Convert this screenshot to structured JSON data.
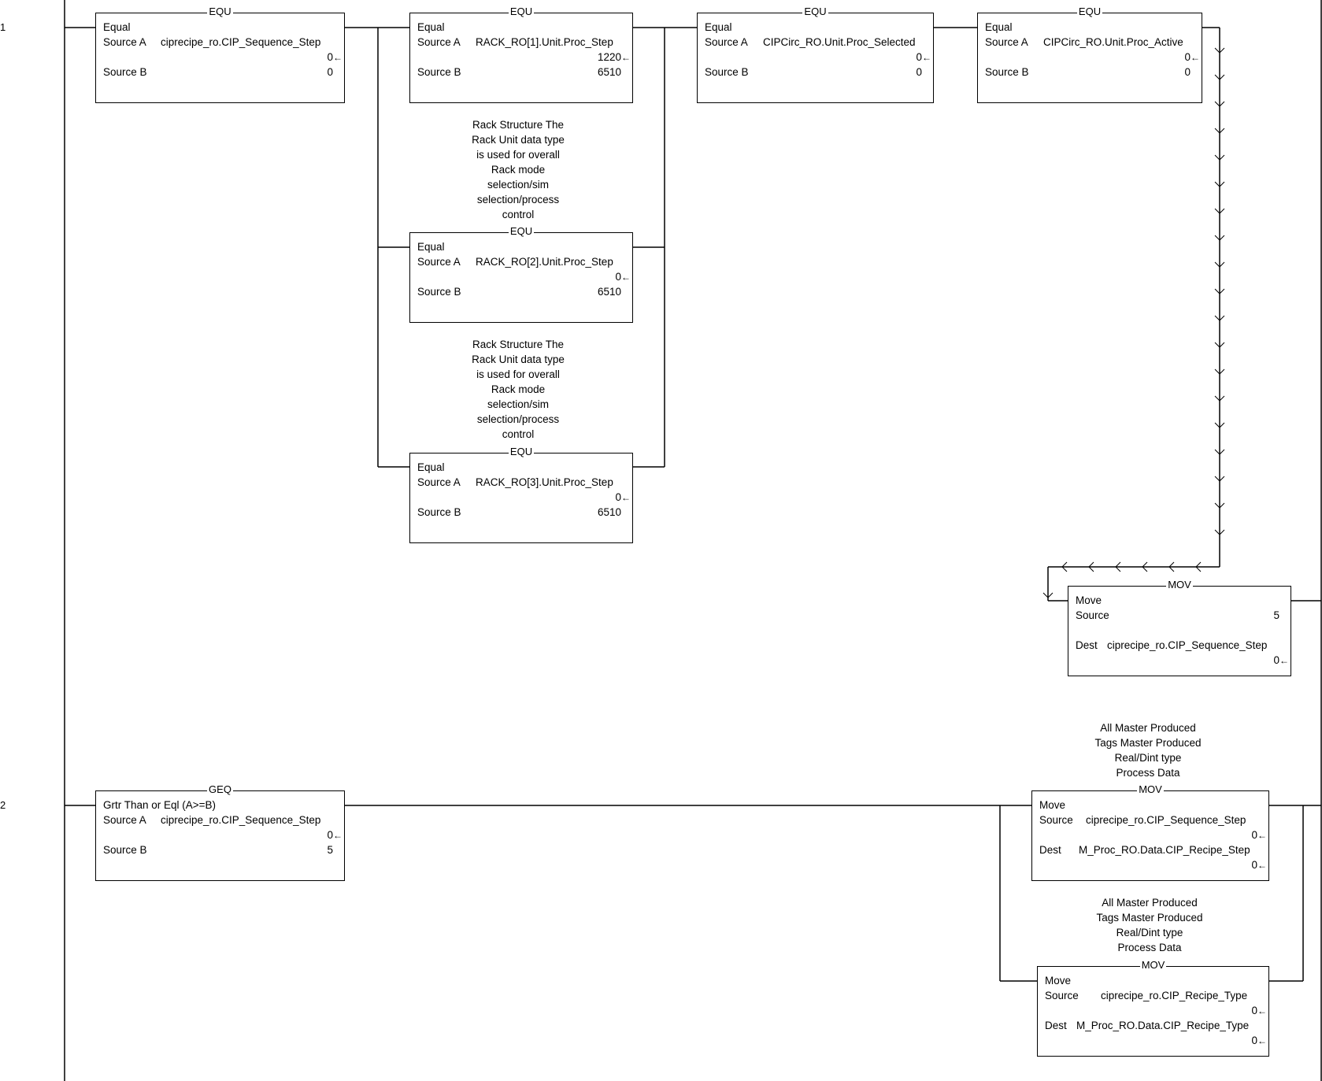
{
  "rungs": [
    {
      "number": "1"
    },
    {
      "number": "2"
    }
  ],
  "live_marker": "←",
  "instructions": {
    "equ1": {
      "mnemonic": "EQU",
      "title": "Equal",
      "label_a": "Source A",
      "tag_a": "ciprecipe_ro.CIP_Sequence_Step",
      "value_a": "0",
      "label_b": "Source B",
      "value_b": "0"
    },
    "equ2": {
      "mnemonic": "EQU",
      "title": "Equal",
      "label_a": "Source A",
      "tag_a": "RACK_RO[1].Unit.Proc_Step",
      "value_a": "1220",
      "label_b": "Source B",
      "value_b": "6510"
    },
    "equ3": {
      "mnemonic": "EQU",
      "title": "Equal",
      "label_a": "Source A",
      "tag_a": "CIPCirc_RO.Unit.Proc_Selected",
      "value_a": "0",
      "label_b": "Source B",
      "value_b": "0"
    },
    "equ4": {
      "mnemonic": "EQU",
      "title": "Equal",
      "label_a": "Source A",
      "tag_a": "CIPCirc_RO.Unit.Proc_Active",
      "value_a": "0",
      "label_b": "Source B",
      "value_b": "0"
    },
    "equ5": {
      "mnemonic": "EQU",
      "title": "Equal",
      "label_a": "Source A",
      "tag_a": "RACK_RO[2].Unit.Proc_Step",
      "value_a": "0",
      "label_b": "Source B",
      "value_b": "6510"
    },
    "equ6": {
      "mnemonic": "EQU",
      "title": "Equal",
      "label_a": "Source A",
      "tag_a": "RACK_RO[3].Unit.Proc_Step",
      "value_a": "0",
      "label_b": "Source B",
      "value_b": "6510"
    },
    "mov1": {
      "mnemonic": "MOV",
      "title": "Move",
      "label_src": "Source",
      "value_src": "5",
      "label_dest": "Dest",
      "tag_dest": "ciprecipe_ro.CIP_Sequence_Step",
      "value_dest": "0"
    },
    "geq1": {
      "mnemonic": "GEQ",
      "title": "Grtr Than or Eql (A>=B)",
      "label_a": "Source A",
      "tag_a": "ciprecipe_ro.CIP_Sequence_Step",
      "value_a": "0",
      "label_b": "Source B",
      "value_b": "5"
    },
    "mov2": {
      "mnemonic": "MOV",
      "title": "Move",
      "label_src": "Source",
      "tag_src": "ciprecipe_ro.CIP_Sequence_Step",
      "value_src": "0",
      "label_dest": "Dest",
      "tag_dest": "M_Proc_RO.Data.CIP_Recipe_Step",
      "value_dest": "0"
    },
    "mov3": {
      "mnemonic": "MOV",
      "title": "Move",
      "label_src": "Source",
      "tag_src": "ciprecipe_ro.CIP_Recipe_Type",
      "value_src": "0",
      "label_dest": "Dest",
      "tag_dest": "M_Proc_RO.Data.CIP_Recipe_Type",
      "value_dest": "0"
    }
  },
  "comments": {
    "rack": [
      "Rack Structure The",
      "Rack Unit data type",
      "is used for overall",
      "Rack mode",
      "selection/sim",
      "selection/process",
      "control"
    ],
    "master": [
      "All Master Produced",
      "Tags Master Produced",
      "Real/Dint type",
      "Process Data"
    ]
  }
}
